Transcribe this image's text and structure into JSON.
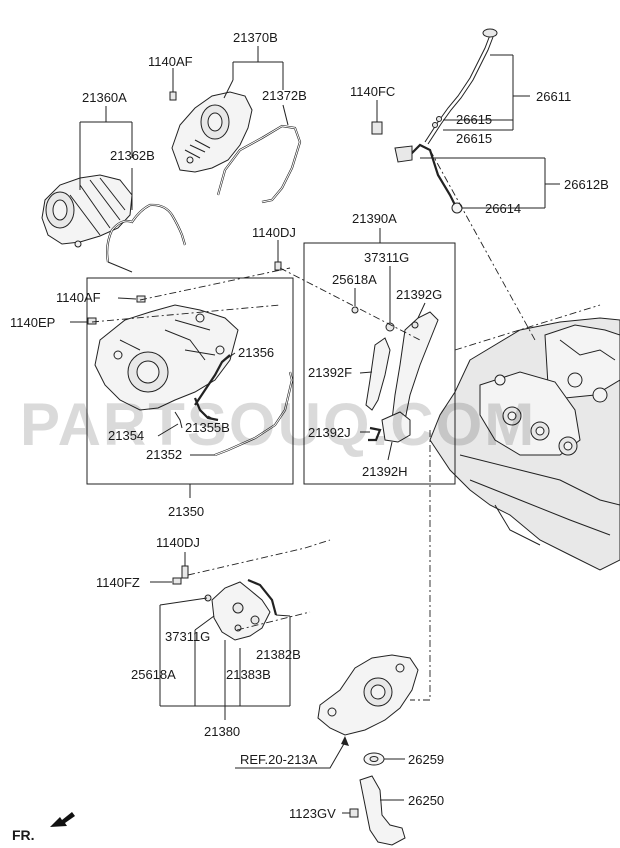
{
  "watermark": "PARTSOUQ.COM",
  "labels": {
    "p21370B": "21370B",
    "p1140AF_top": "1140AF",
    "p21360A": "21360A",
    "p21372B": "21372B",
    "p21362B": "21362B",
    "p1140FC": "1140FC",
    "p26611": "26611",
    "p26615_a": "26615",
    "p26615_b": "26615",
    "p26612B": "26612B",
    "p26614": "26614",
    "p21390A": "21390A",
    "p1140DJ_top": "1140DJ",
    "p37311G_top": "37311G",
    "p25618A_top": "25618A",
    "p21392G": "21392G",
    "p1140AF_mid": "1140AF",
    "p1140EP": "1140EP",
    "p21356": "21356",
    "p21392F": "21392F",
    "p21354": "21354",
    "p21355B": "21355B",
    "p21392J": "21392J",
    "p21352": "21352",
    "p21392H": "21392H",
    "p21350": "21350",
    "p1140DJ_bot": "1140DJ",
    "p1140FZ": "1140FZ",
    "p37311G_bot": "37311G",
    "p21382B": "21382B",
    "p25618A_bot": "25618A",
    "p21383B": "21383B",
    "p21380": "21380",
    "ref_label": "REF.20-213A",
    "p26259": "26259",
    "p26250": "26250",
    "p1123GV": "1123GV",
    "fr_label": "FR."
  },
  "icons": {
    "front_arrow": "arrow-icon"
  }
}
